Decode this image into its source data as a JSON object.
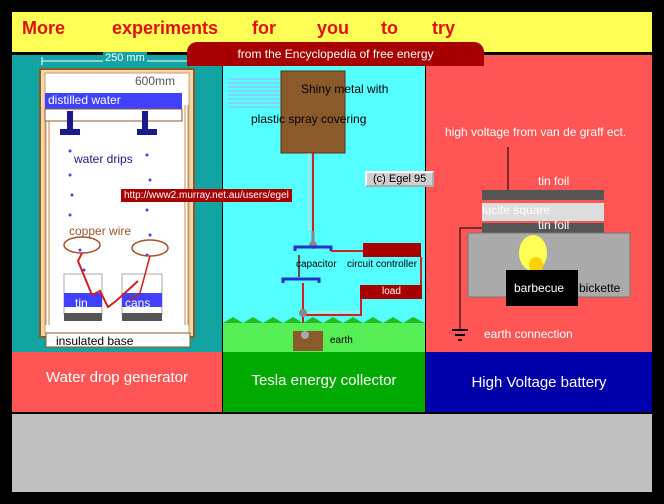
{
  "title_words": [
    "More",
    "experiments",
    "for",
    "you",
    "to",
    "try"
  ],
  "subtitle": "from  the Encyclopedia of free energy",
  "panel1": {
    "dim_width": "250 mm",
    "dim_height": "600mm",
    "distilled_water": "distilled water",
    "water_drips": "water drips",
    "url": "http://www2.murray.net.au/users/egel",
    "copper_wire": "copper wire",
    "tin": "tin",
    "cans": "cans",
    "insulated_base": "insulated base",
    "label": "Water drop generator"
  },
  "panel2": {
    "shiny_metal": "Shiny metal with",
    "plastic_spray": "plastic spray covering",
    "copyright": "(c)  Egel  95",
    "capacitor": "capacitor",
    "circuit_controller": "circuit controller",
    "load": "load",
    "earth": "earth",
    "label": "Tesla  energy  collector"
  },
  "panel3": {
    "hv_source": "high voltage from van de graff  ect.",
    "tin_foil_top": "tin foil",
    "lucite": "lucite  square",
    "tin_foil_bottom": "tin foil",
    "barbecue": "barbecue",
    "bickette": "bickette",
    "earth_connection": "earth connection",
    "label": "High Voltage battery"
  },
  "colors": {
    "title_bg": "#ffff55",
    "title_text": "#e01010",
    "banner": "#a80000",
    "teal": "#12a3a3",
    "cyan": "#55ffff",
    "red": "#ff5555",
    "green": "#00aa00",
    "blue": "#0000aa",
    "gray": "#c0c0c0"
  }
}
